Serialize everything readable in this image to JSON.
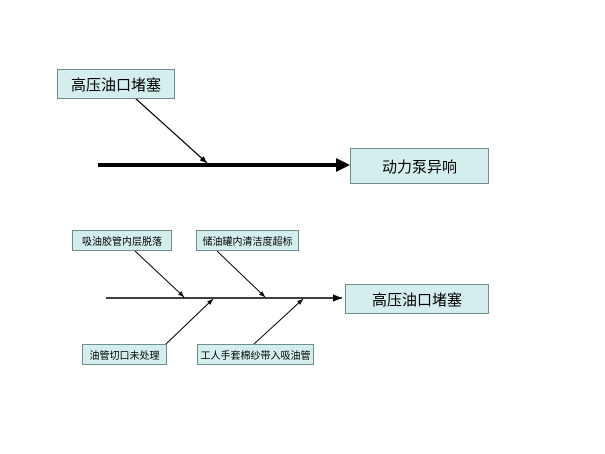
{
  "colors": {
    "box_fill": "#d4eeee",
    "box_border": "#6f8f8f",
    "line": "#000000"
  },
  "top_diagram": {
    "cause": "高压油口堵塞",
    "effect": "动力泵异响"
  },
  "bottom_diagram": {
    "effect": "高压油口堵塞",
    "causes": [
      "吸油胶管内层脱落",
      "储油罐内清洁度超标",
      "油管切口未处理",
      "工人手套棉纱带入吸油管"
    ]
  }
}
